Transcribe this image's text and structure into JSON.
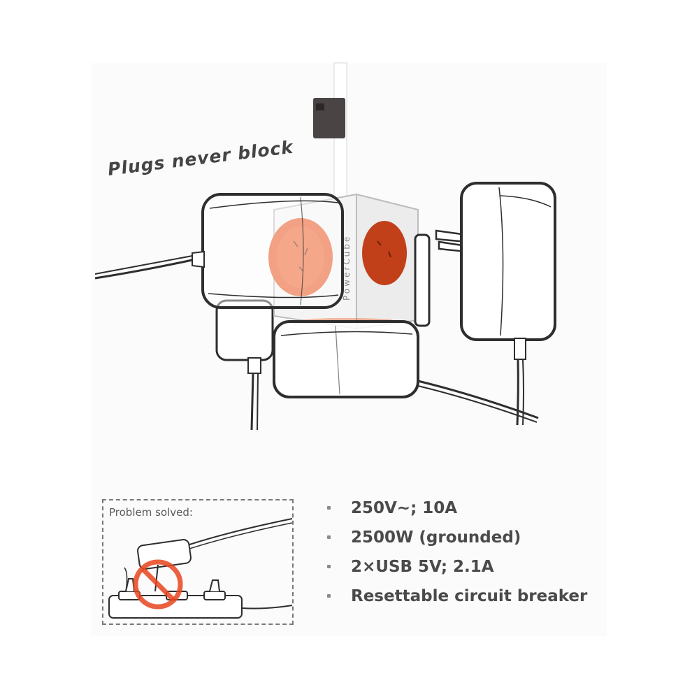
{
  "headline": "Plugs never block",
  "problem_label": "Problem solved:",
  "brand_text": "PowerCube",
  "specs": [
    "250V~; 10A",
    "2500W (grounded)",
    "2×USB 5V; 2.1A",
    "Resettable circuit breaker"
  ],
  "colors": {
    "socket_orange": "#e8551f",
    "socket_dark_orange": "#c1401a",
    "line_art": "#2e2e2e",
    "text": "#4a4a4a",
    "no_sign_red": "#e8451e"
  },
  "icons": [
    "power-cube",
    "plug-adapter",
    "no-sign",
    "power-strip"
  ]
}
